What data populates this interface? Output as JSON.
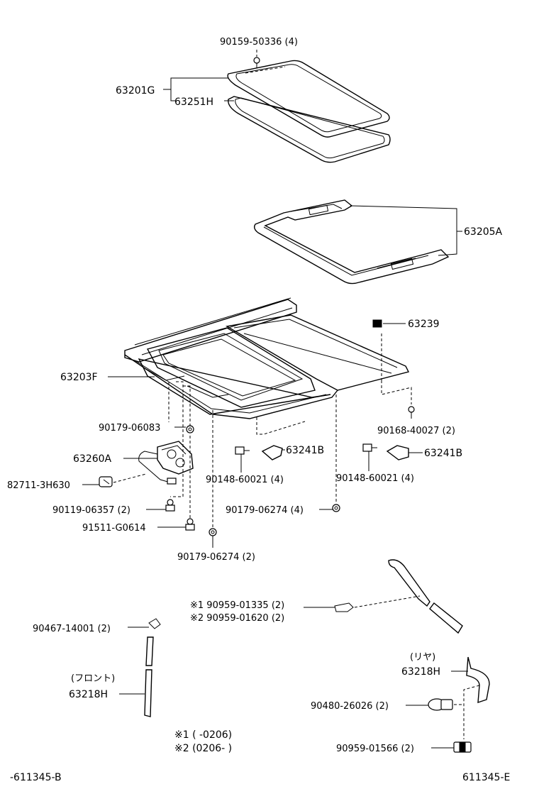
{
  "labels": {
    "l_90159_50336": "90159-50336 (4)",
    "l_63201G": "63201G",
    "l_63251H": "63251H",
    "l_63205A": "63205A",
    "l_63239": "63239",
    "l_63203F": "63203F",
    "l_90179_06083": "90179-06083",
    "l_90168_40027": "90168-40027 (2)",
    "l_63260A": "63260A",
    "l_63241B_left": "63241B",
    "l_63241B_right": "63241B",
    "l_82711_3H630": "82711-3H630",
    "l_90148_60021_left": "90148-60021 (4)",
    "l_90148_60021_right": "90148-60021 (4)",
    "l_90119_06357": "90119-06357 (2)",
    "l_90179_06274_mid": "90179-06274 (4)",
    "l_91511_G0614": "91511-G0614",
    "l_90179_06274_bottom": "90179-06274 (2)",
    "l_90959_01335": "※1 90959-01335 (2)",
    "l_90959_01620": "※2  90959-01620 (2)",
    "l_90467_14001": "90467-14001 (2)",
    "l_rear": "(リヤ)",
    "l_63218H_rear": "63218H",
    "l_front": "(フロント)",
    "l_63218H_front": "63218H",
    "l_90480_26026": "90480-26026 (2)",
    "l_90959_01566": "90959-01566 (2)"
  },
  "notes": {
    "note1": "※1  (         -0206)",
    "note2": "※2  (0206-         )"
  },
  "footer": {
    "left_code": "-611345-B",
    "right_code": "611345-E"
  }
}
